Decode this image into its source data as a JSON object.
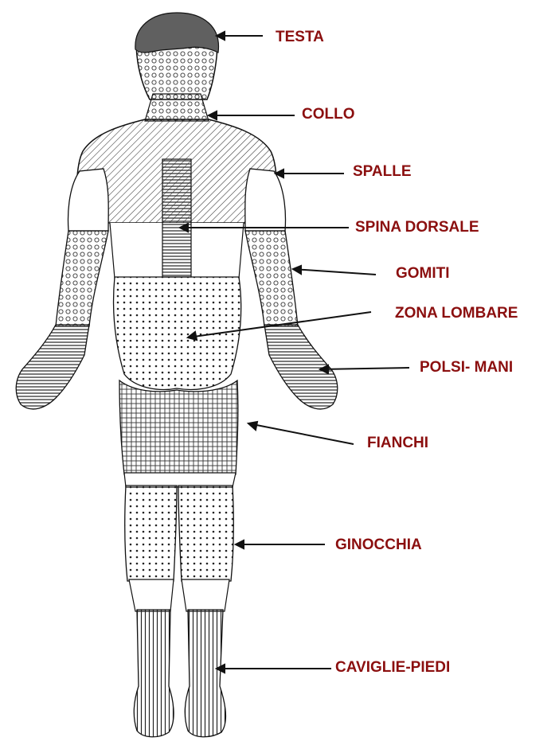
{
  "colors": {
    "label": "#8b0f0f",
    "line": "#1a1a1a",
    "hair": "#5f5f5f"
  },
  "labels": [
    {
      "key": "testa",
      "text": "TESTA"
    },
    {
      "key": "collo",
      "text": "COLLO"
    },
    {
      "key": "spalle",
      "text": "SPALLE"
    },
    {
      "key": "spina",
      "text": "SPINA DORSALE"
    },
    {
      "key": "gomiti",
      "text": "GOMITI"
    },
    {
      "key": "lombare",
      "text": "ZONA LOMBARE"
    },
    {
      "key": "polsi",
      "text": "POLSI- MANI"
    },
    {
      "key": "fianchi",
      "text": "FIANCHI"
    },
    {
      "key": "ginocchia",
      "text": "GINOCCHIA"
    },
    {
      "key": "caviglie",
      "text": "CAVIGLIE-PIEDI"
    }
  ]
}
